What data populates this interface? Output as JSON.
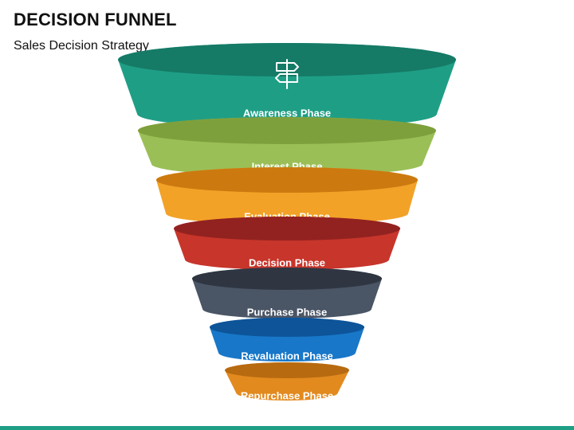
{
  "header": {
    "title": "DECISION FUNNEL",
    "subtitle": "Sales Decision Strategy"
  },
  "icons": {
    "top": "signpost-icon"
  },
  "colors": {
    "footer_bar": "#1f9e86"
  },
  "stages": [
    {
      "id": "awareness",
      "label": "Awareness Phase",
      "color": "#1f9e86",
      "top_color": "#157a66"
    },
    {
      "id": "interest",
      "label": "Interest Phase",
      "color": "#9bbf57",
      "top_color": "#7ea03c"
    },
    {
      "id": "evaluation",
      "label": "Evaluation Phase",
      "color": "#f2a227",
      "top_color": "#cc7a0f"
    },
    {
      "id": "decision",
      "label": "Decision Phase",
      "color": "#c7352b",
      "top_color": "#922220"
    },
    {
      "id": "purchase",
      "label": "Purchase Phase",
      "color": "#4a5566",
      "top_color": "#2f3642"
    },
    {
      "id": "revaluation",
      "label": "Revaluation Phase",
      "color": "#1877c8",
      "top_color": "#0d5499"
    },
    {
      "id": "repurchase",
      "label": "Repurchase Phase",
      "color": "#e28a1e",
      "top_color": "#b86a10"
    }
  ]
}
